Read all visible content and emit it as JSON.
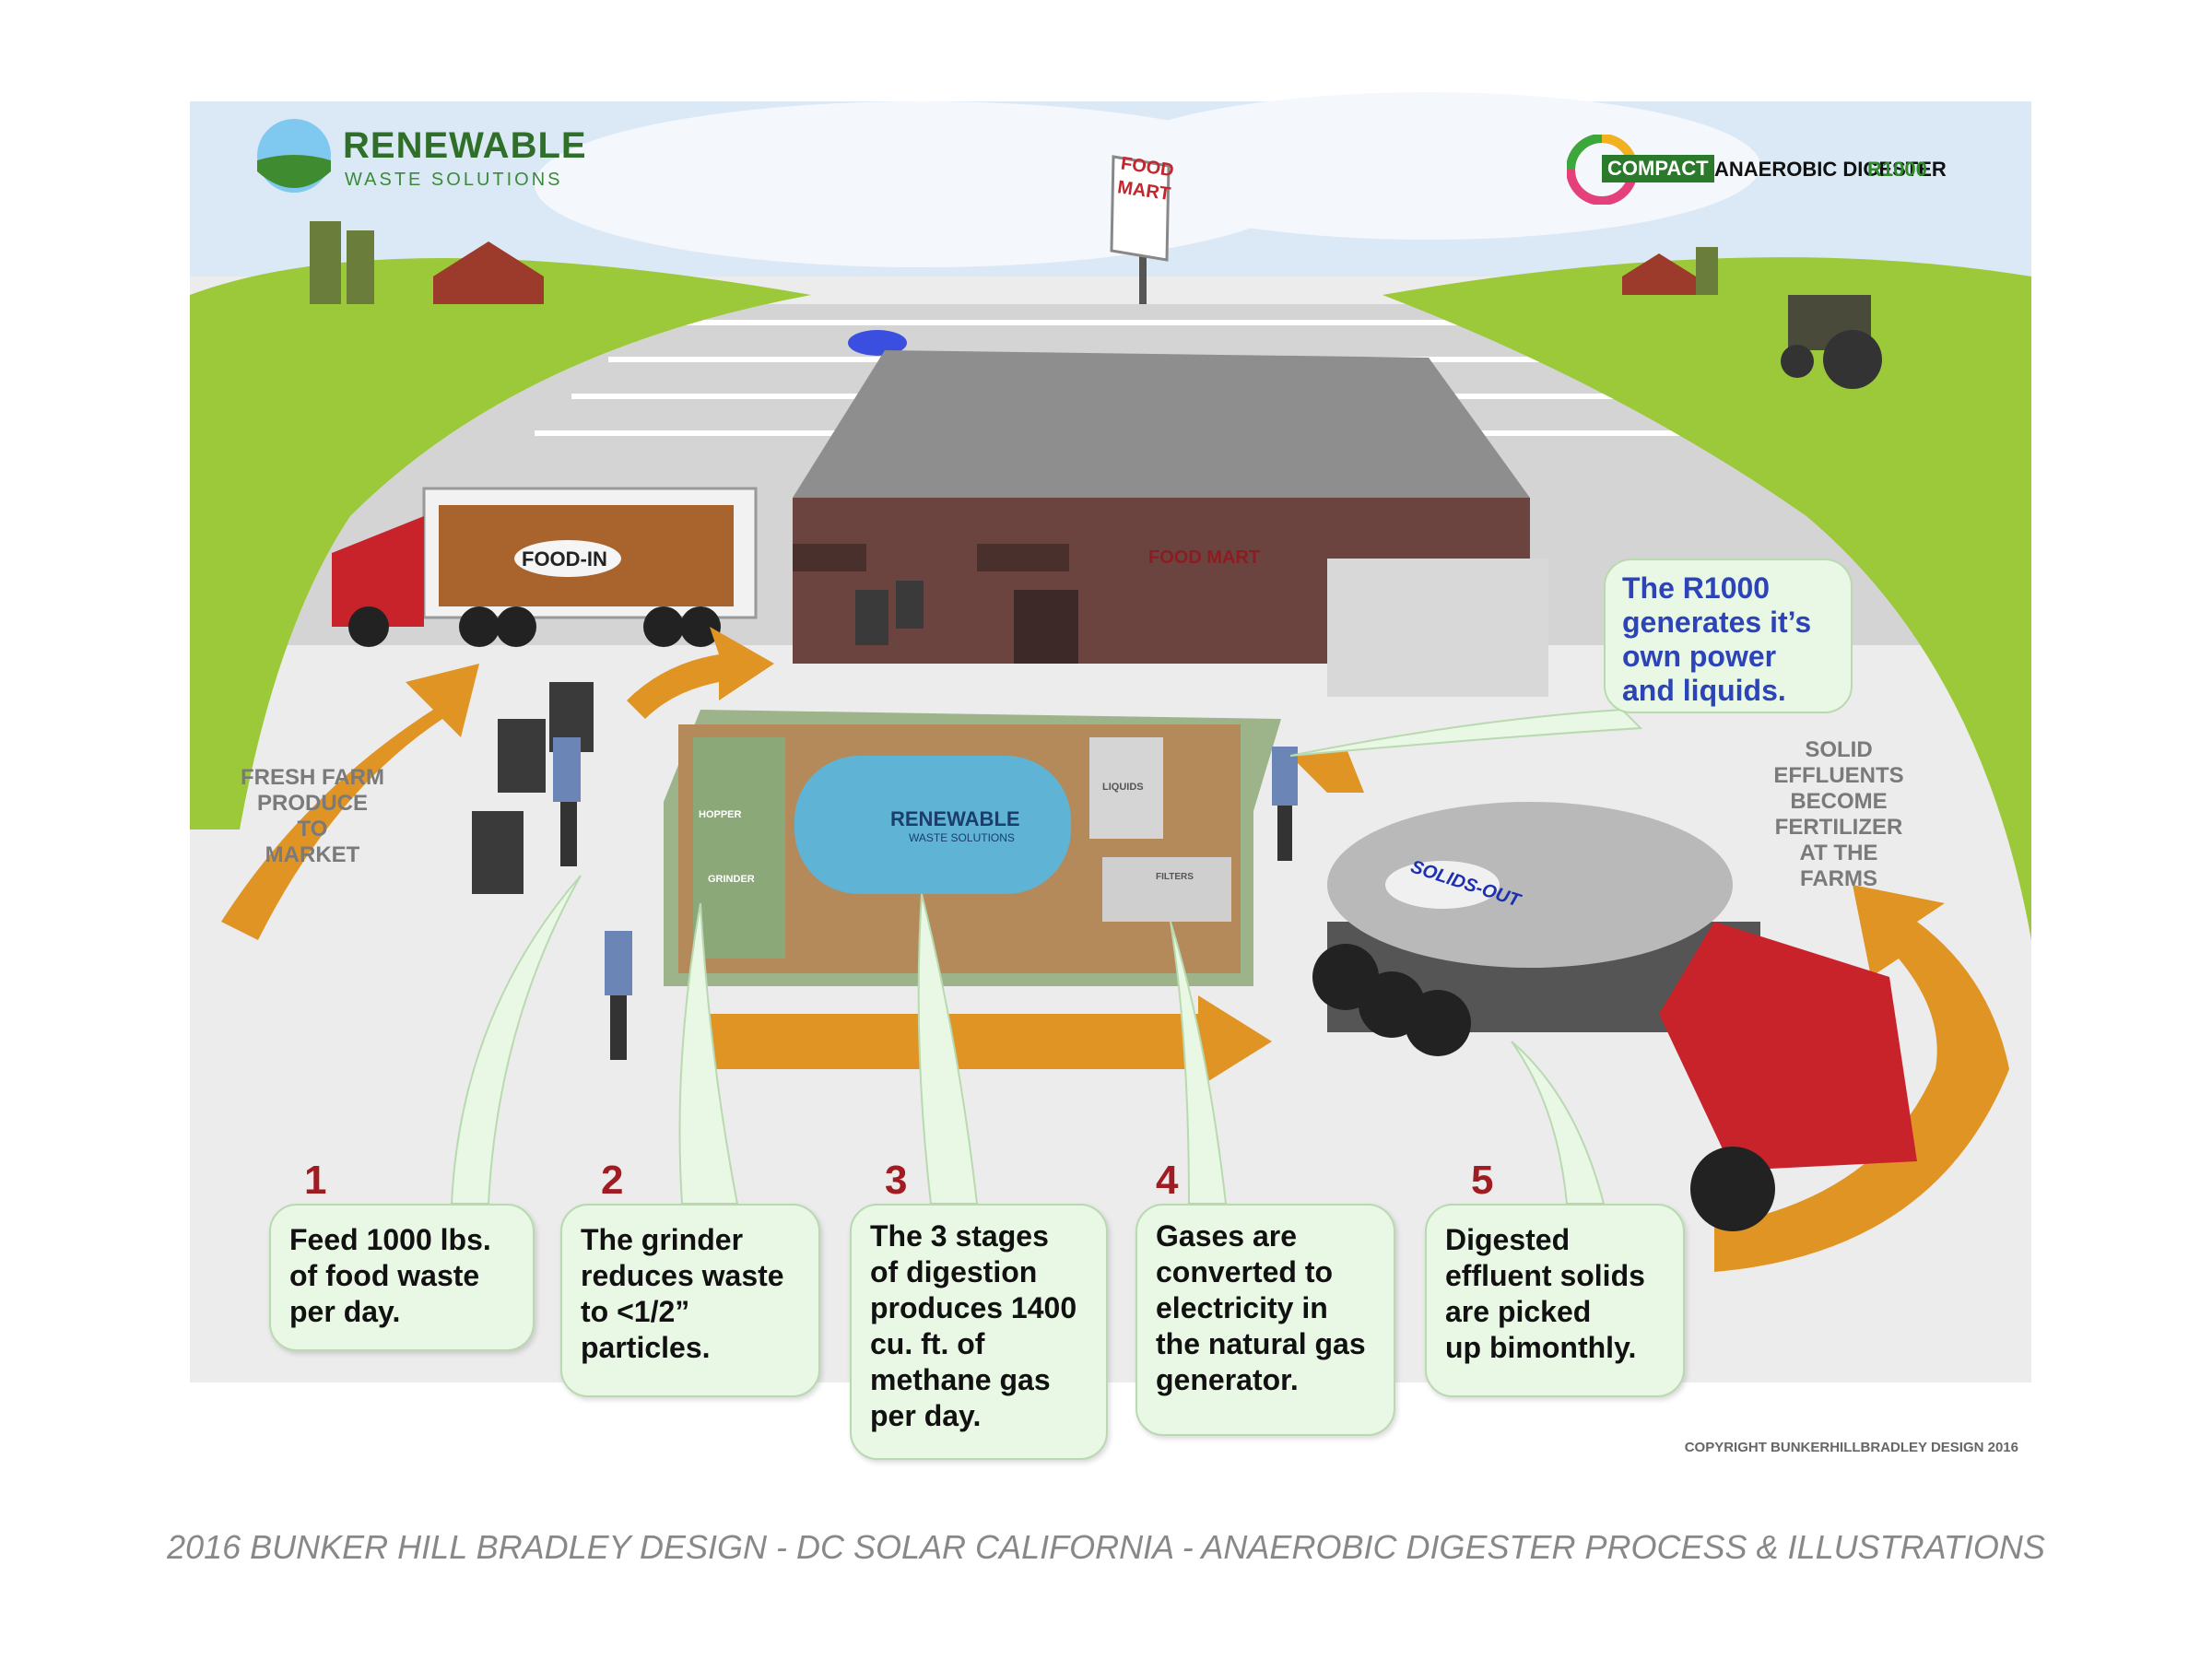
{
  "logos": {
    "renewable_name": "RENEWABLE",
    "renewable_sub": "WASTE SOLUTIONS",
    "compact_badge": "COMPACT",
    "compact_text": "ANAEROBIC DIGESTER",
    "compact_model": "R1000"
  },
  "scene_labels": {
    "sign": "FOOD MART",
    "store": "FOOD MART",
    "truck_in": "FOOD-IN",
    "tanker": "SOLIDS-OUT",
    "hopper": "HOPPER",
    "grinder": "GRINDER",
    "liquids": "LIQUIDS",
    "filters": "FILTERS",
    "unit_brand": "RENEWABLE",
    "unit_sub": "WASTE SOLUTIONS"
  },
  "side_labels": {
    "left": "FRESH FARM\nPRODUCE\nTO\nMARKET",
    "right": "SOLID\nEFFLUENTS\nBECOME\nFERTILIZER\nAT THE\nFARMS"
  },
  "note": "The R1000\ngenerates it’s\nown power\nand liquids.",
  "steps": [
    {
      "num": "1",
      "text": "Feed 1000 lbs.\nof food waste\nper day."
    },
    {
      "num": "2",
      "text": "The grinder\nreduces waste\nto <1/2”\nparticles."
    },
    {
      "num": "3",
      "text": "The 3 stages\nof digestion\nproduces 1400\ncu. ft. of\nmethane gas\nper day."
    },
    {
      "num": "4",
      "text": "Gases are\nconverted to\nelectricity in\nthe natural gas\ngenerator."
    },
    {
      "num": "5",
      "text": "Digested\neffluent solids\nare picked\nup bimonthly."
    }
  ],
  "copyright": "COPYRIGHT BUNKERHILLBRADLEY DESIGN  2016",
  "footer": "2016 BUNKER HILL BRADLEY DESIGN - DC SOLAR CALIFORNIA -  ANAEROBIC DIGESTER PROCESS & ILLUSTRATIONS",
  "colors": {
    "arrow": "#e09424",
    "field": "#9bc93a",
    "building": "#6b4440",
    "bubble": "#e9f8e4",
    "truck": "#c8232b"
  }
}
